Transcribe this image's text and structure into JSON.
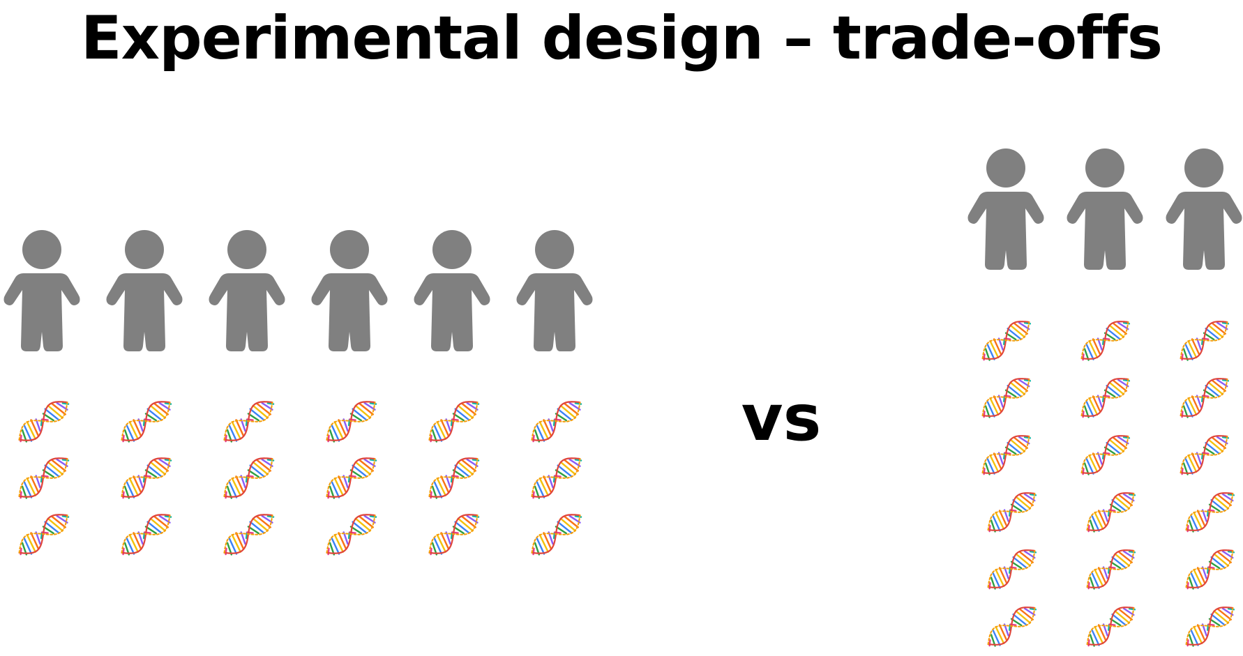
{
  "slide": {
    "title": "Experimental design – trade-offs",
    "vs_label": "vs"
  },
  "design_left": {
    "individuals": 6,
    "dna_per_individual": 3
  },
  "design_right": {
    "individuals": 3,
    "dna_per_individual": 6
  },
  "colors": {
    "person": "#808080",
    "text": "#000000",
    "background": "#ffffff",
    "dna_backbone": "#e0463c",
    "dna_rungs": [
      "#e83e8c",
      "#2ea043",
      "#3b82f6",
      "#f4c20d",
      "#f97316",
      "#8b5cf6",
      "#14b8a6"
    ]
  },
  "icons": {
    "person": "person-icon",
    "dna": "dna-helix-icon"
  }
}
